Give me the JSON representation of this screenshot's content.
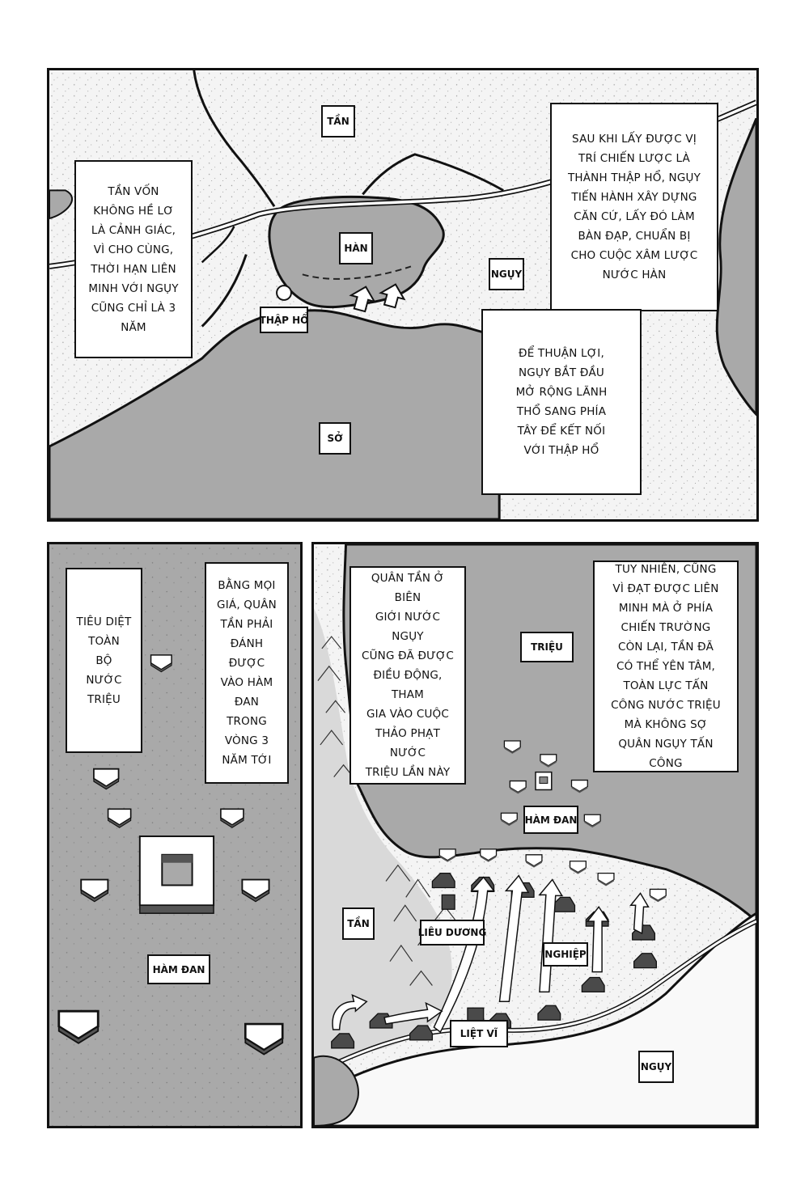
{
  "page": {
    "background": "#ffffff",
    "colors": {
      "land_light": "#f4f4f4",
      "land_gray": "#a9a9a9",
      "ink": "#111111",
      "box_fill": "#ffffff",
      "fort_dark": "#4a4a4a"
    }
  },
  "panel1": {
    "labels": {
      "tan": "TẦN",
      "han": "HÀN",
      "nguy": "NGỤY",
      "thap_ho": "THẬP HỔ",
      "so": "SỞ"
    },
    "captions": {
      "left": "TẦN VỐN\nKHÔNG HỀ LƠ\nLÀ CẢNH GIÁC,\nVÌ CHO CÙNG,\nTHỜI HẠN LIÊN\nMINH VỚI NGỤY\nCŨNG CHỈ LÀ 3\nNĂM",
      "top_right": "SAU KHI LẤY ĐƯỢC VỊ\nTRÍ CHIẾN LƯỢC LÀ\nTHÀNH THẬP HỔ, NGỤY\nTIẾN HÀNH XÂY DỰNG\nCĂN CỨ, LẤY ĐÓ LÀM\nBÀN ĐẠP, CHUẨN BỊ\nCHO CUỘC XÂM LƯỢC\nNƯỚC HÀN",
      "bottom_right": "ĐỂ THUẬN LỢI,\nNGỤY BẮT ĐẦU\nMỞ RỘNG LÃNH\nTHỔ SANG PHÍA\nTÂY ĐỂ KẾT NỐI\nVỚI THẬP HỔ"
    }
  },
  "panel2": {
    "labels": {
      "ham_dan": "HÀM ĐAN"
    },
    "captions": {
      "left": "TIÊU DIỆT\nTOÀN\nBỘ\nNƯỚC\nTRIỆU",
      "right": "BẰNG MỌI\nGIÁ, QUÂN\nTẦN PHẢI\nĐÁNH ĐƯỢC\nVÀO HÀM\nĐAN TRONG\nVÒNG 3\nNĂM TỚI"
    }
  },
  "panel3": {
    "labels": {
      "trieu": "TRIỆU",
      "ham_dan": "HÀM ĐAN",
      "tan": "TẦN",
      "lieu_duong": "LIÊU DƯƠNG",
      "nghiep": "NGHIỆP",
      "liet_vi": "LIỆT VĨ",
      "nguy": "NGỤY"
    },
    "captions": {
      "left": "QUÂN TẦN Ở BIÊN\nGIỚI NƯỚC NGỤY\nCŨNG ĐÃ ĐƯỢC\nĐIỀU ĐỘNG, THAM\nGIA VÀO CUỘC\nTHẢO PHẠT NƯỚC\nTRIỆU LẦN NÀY",
      "right": "TUY NHIÊN, CŨNG\nVÌ ĐẠT ĐƯỢC LIÊN\nMINH MÀ Ở PHÍA\nCHIẾN TRƯỜNG\nCÒN LẠI, TẦN ĐÃ\nCÓ THỂ YÊN TÂM,\nTOÀN LỰC TẤN\nCÔNG NƯỚC TRIỆU\nMÀ KHÔNG SỢ\nQUÂN NGỤY TẤN\nCÔNG"
    }
  }
}
